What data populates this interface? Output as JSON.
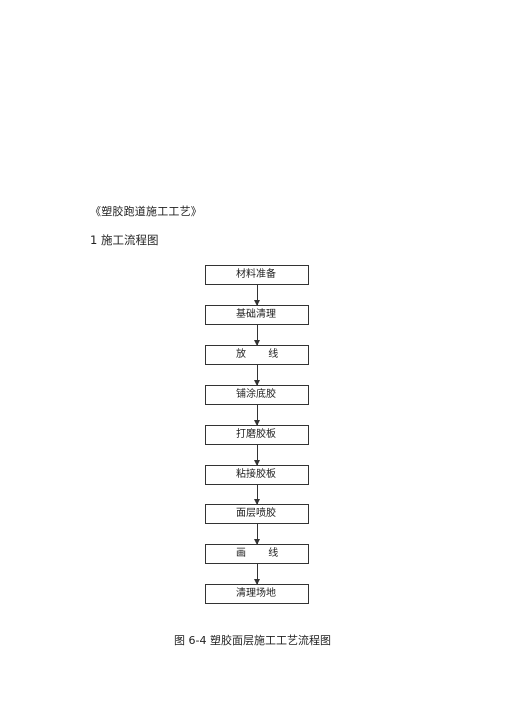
{
  "document": {
    "title": "《塑胶跑道施工工艺》",
    "section_heading": "1 施工流程图",
    "caption": "图 6-4    塑胶面层施工工艺流程图"
  },
  "flowchart": {
    "steps": [
      "材料准备",
      "基础清理",
      "放       线",
      "铺涂底胶",
      "打磨胶板",
      "粘接胶板",
      "面层喷胶",
      "画       线",
      "清理场地"
    ]
  }
}
